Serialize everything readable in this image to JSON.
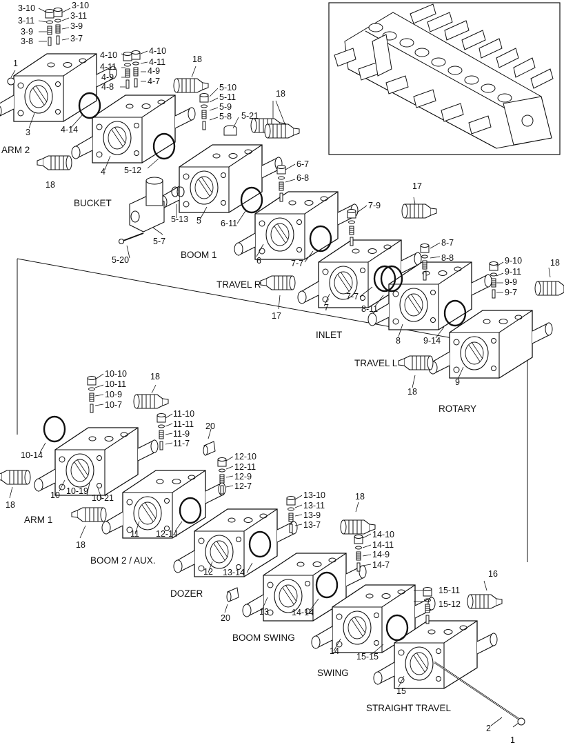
{
  "sections": {
    "arm2": "ARM 2",
    "bucket": "BUCKET",
    "boom1": "BOOM 1",
    "travel_r": "TRAVEL R",
    "inlet": "INLET",
    "travel_l": "TRAVEL L",
    "rotary": "ROTARY",
    "arm1": "ARM 1",
    "boom2_aux": "BOOM 2 / AUX.",
    "dozer": "DOZER",
    "boom_swing": "BOOM SWING",
    "swing": "SWING",
    "straight_travel": "STRAIGHT TRAVEL"
  },
  "parts": {
    "p1_top": "1",
    "p3": "3",
    "p3_10a": "3-10",
    "p3_10b": "3-10",
    "p3_11a": "3-11",
    "p3_11b": "3-11",
    "p3_9a": "3-9",
    "p3_9b": "3-9",
    "p3_8": "3-8",
    "p3_7": "3-7",
    "p4": "4",
    "p4_10a": "4-10",
    "p4_10b": "4-10",
    "p4_11a": "4-11",
    "p4_11b": "4-11",
    "p4_9a": "4-9",
    "p4_9b": "4-9",
    "p4_8": "4-8",
    "p4_7": "4-7",
    "p4_14": "4-14",
    "p18_a": "18",
    "p18_b": "18",
    "p18_c": "18",
    "p5": "5",
    "p5_10": "5-10",
    "p5_11": "5-11",
    "p5_9": "5-9",
    "p5_8": "5-8",
    "p5_21": "5-21",
    "p5_12": "5-12",
    "p5_13": "5-13",
    "p5_7": "5-7",
    "p5_20": "5-20",
    "p6": "6",
    "p6_7": "6-7",
    "p6_8": "6-8",
    "p6_11": "6-11",
    "p7": "7",
    "p7_9": "7-9",
    "p7_7a": "7-7",
    "p7_7b": "7-7",
    "p17_a": "17",
    "p17_b": "17",
    "p8": "8",
    "p8_7": "8-7",
    "p8_8": "8-8",
    "p8_11": "8-11",
    "p9": "9",
    "p9_10": "9-10",
    "p9_11": "9-11",
    "p9_9": "9-9",
    "p9_7": "9-7",
    "p9_14": "9-14",
    "p18_d": "18",
    "p18_e": "18",
    "p10": "10",
    "p10_10": "10-10",
    "p10_11": "10-11",
    "p10_9": "10-9",
    "p10_7": "10-7",
    "p10_14": "10-14",
    "p10_19": "10-19",
    "p10_21": "10-21",
    "p18_f": "18",
    "p18_g": "18",
    "p11": "11",
    "p11_10": "11-10",
    "p11_11": "11-11",
    "p11_9": "11-9",
    "p11_7": "11-7",
    "p20_a": "20",
    "p18_h": "18",
    "p12": "12",
    "p12_10": "12-10",
    "p12_11": "12-11",
    "p12_9": "12-9",
    "p12_7": "12-7",
    "p12_14": "12-14",
    "p13": "13",
    "p13_10": "13-10",
    "p13_11": "13-11",
    "p13_9": "13-9",
    "p13_7": "13-7",
    "p13_14": "13-14",
    "p18_i": "18",
    "p20_b": "20",
    "p14": "14",
    "p14_10": "14-10",
    "p14_11": "14-11",
    "p14_9": "14-9",
    "p14_7": "14-7",
    "p14_14": "14-14",
    "p15": "15",
    "p15_11": "15-11",
    "p15_12": "15-12",
    "p15_15": "15-15",
    "p16": "16",
    "p2": "2",
    "p1_bottom": "1"
  }
}
